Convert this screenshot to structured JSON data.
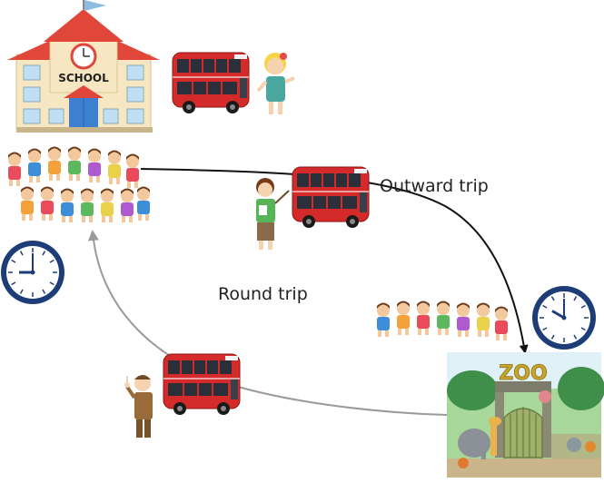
{
  "school": {
    "sign": "SCHOOL"
  },
  "zoo": {
    "sign": "ZOO"
  },
  "labels": {
    "outward": "Outward trip",
    "round": "Round trip"
  },
  "clocks": {
    "departure_time": "9:00",
    "arrival_time": "10:00"
  },
  "colors": {
    "bus_red": "#d42a2a",
    "roof_red": "#e0463a",
    "school_wall": "#f6e7c2",
    "clock_navy": "#1d3d78",
    "outward_line": "#111111",
    "return_line": "#9a9a9a"
  },
  "icons": [
    "school-building-icon",
    "double-decker-bus-icon",
    "children-group-icon",
    "teacher-icon",
    "clock-icon",
    "zoo-entrance-icon"
  ]
}
